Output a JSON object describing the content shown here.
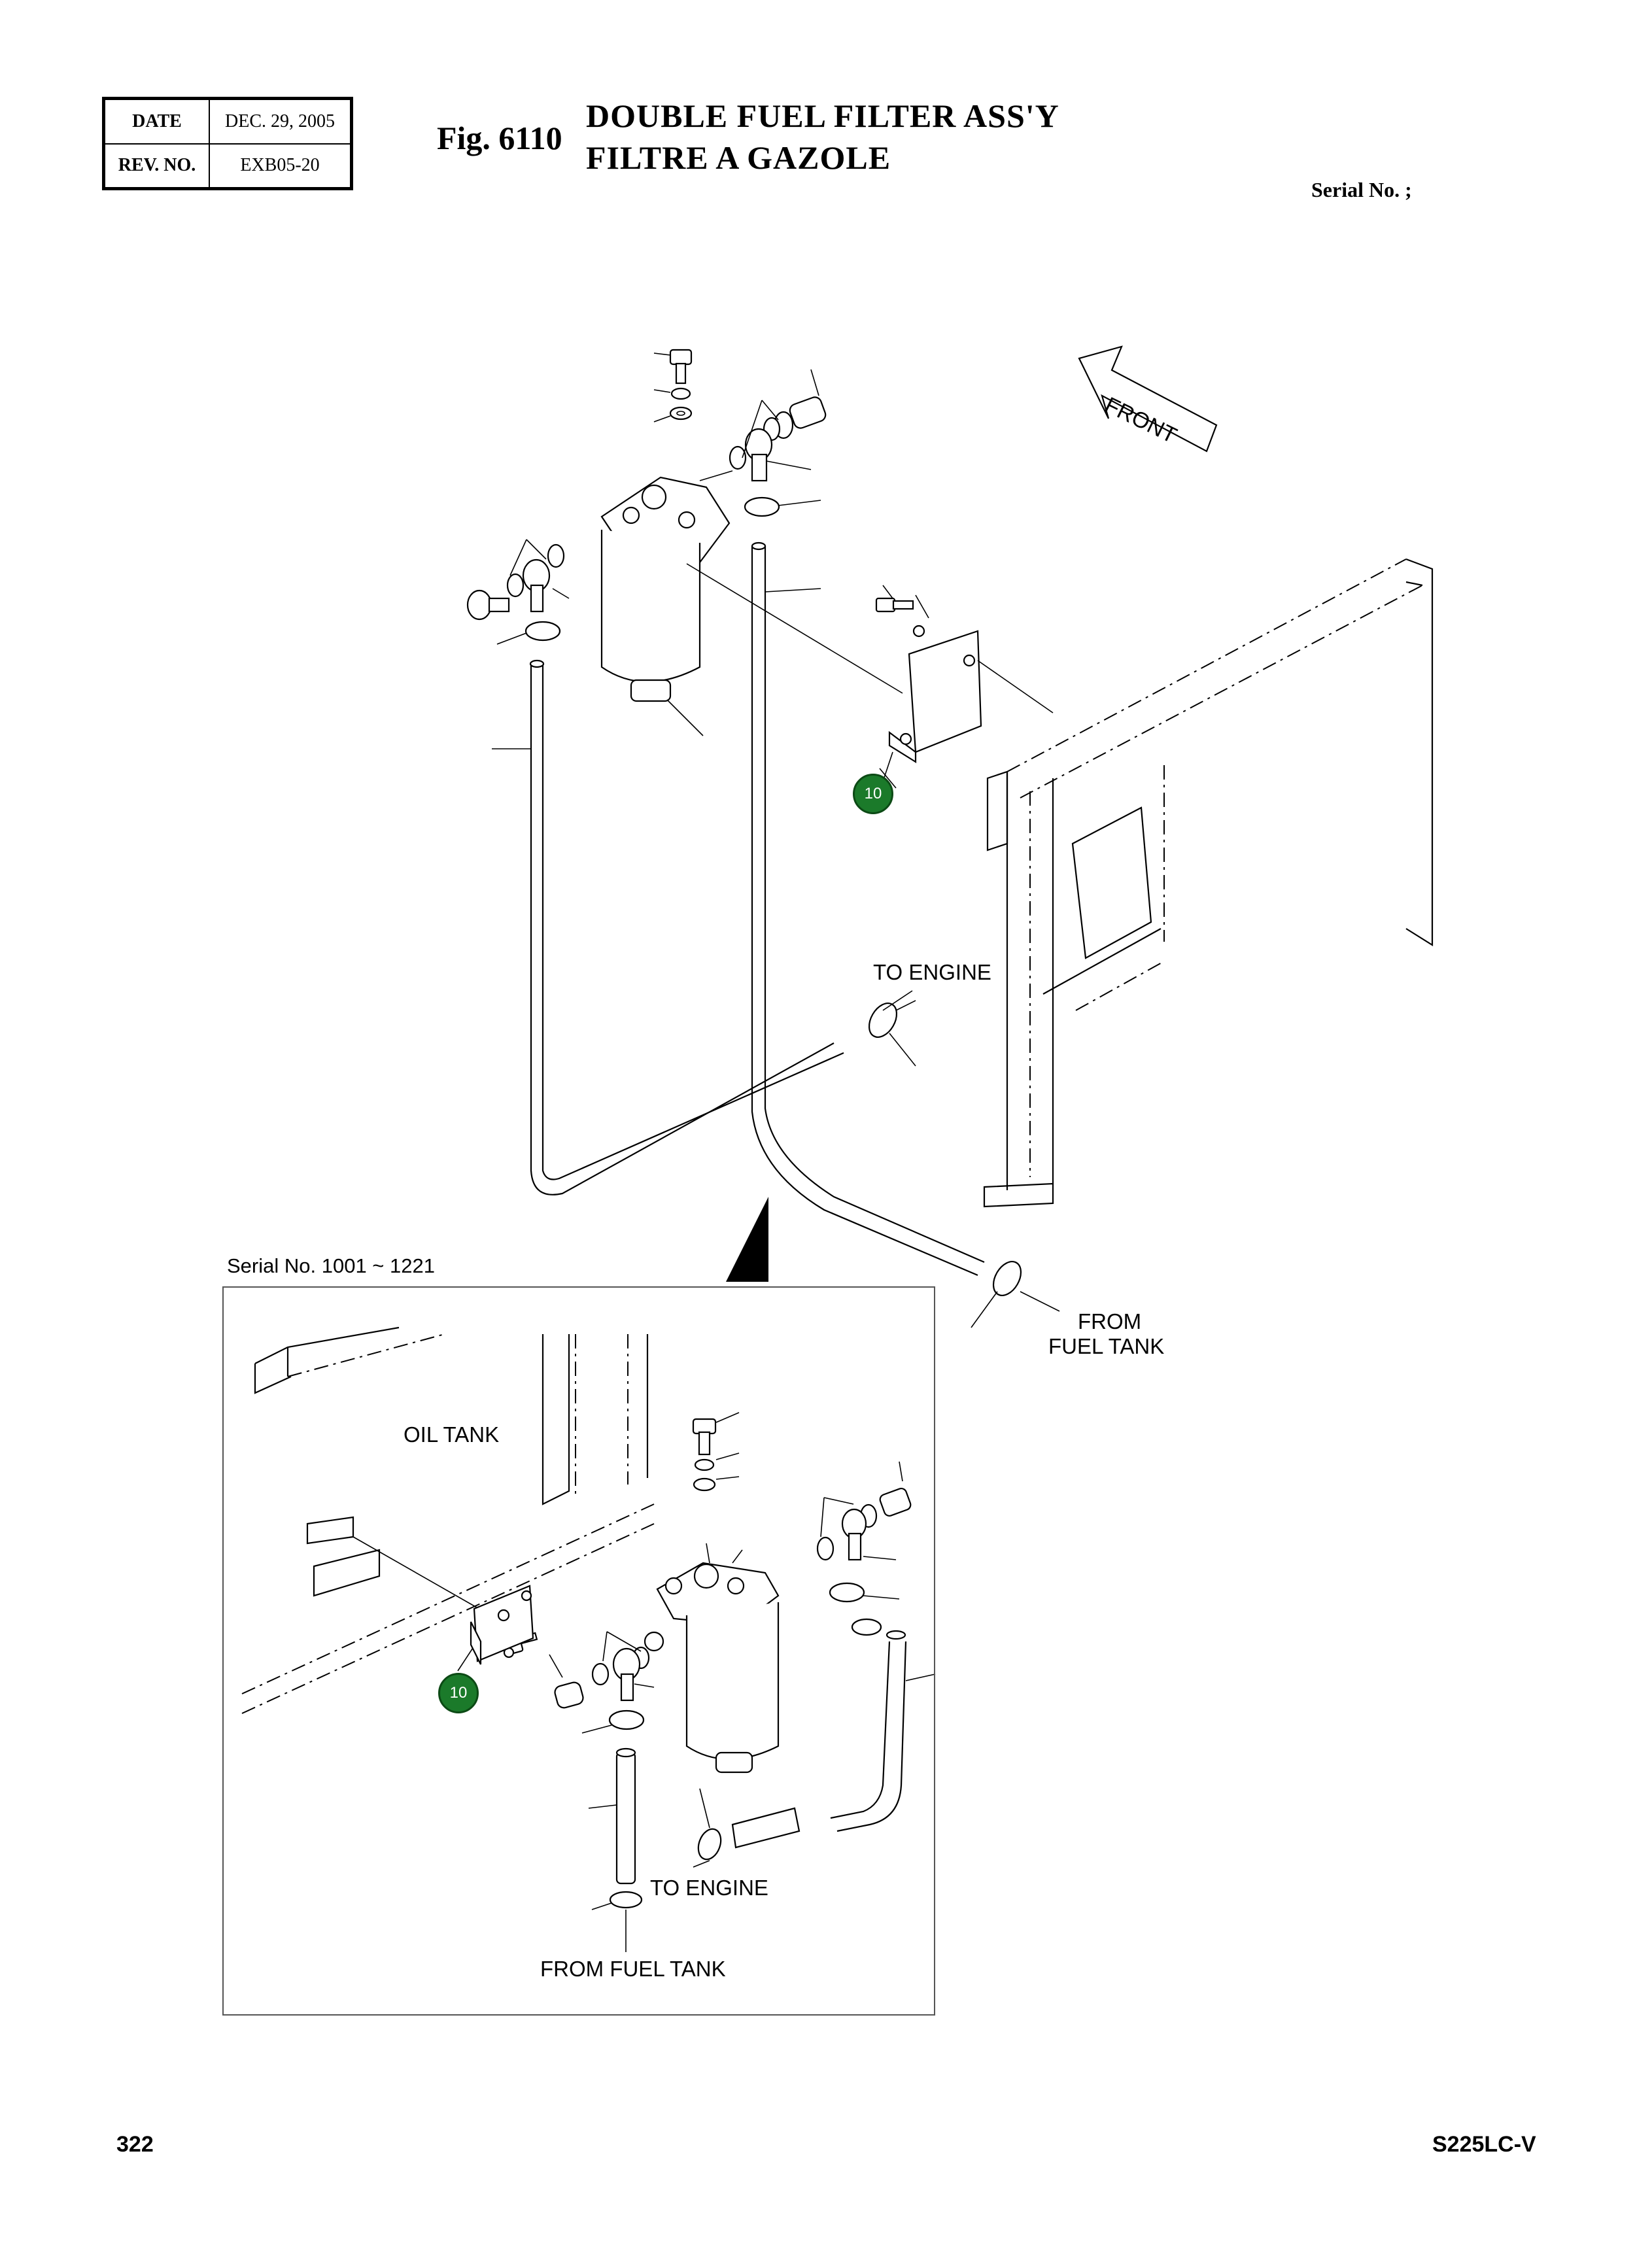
{
  "header": {
    "date_label": "DATE",
    "date_value": "DEC. 29, 2005",
    "rev_label": "REV. NO.",
    "rev_value": "EXB05-20"
  },
  "figure": {
    "number": "Fig. 6110",
    "title_en": "DOUBLE FUEL FILTER ASS'Y",
    "title_fr": "FILTRE A GAZOLE",
    "serial": "Serial No. ;"
  },
  "diagram": {
    "front_label": "FRONT",
    "main_to_engine": "TO ENGINE",
    "main_from_fuel_tank_1": "FROM",
    "main_from_fuel_tank_2": "FUEL TANK",
    "main_callout": "10",
    "inset_serial": "Serial No. 1001 ~ 1221",
    "inset_oil_tank": "OIL TANK",
    "inset_to_engine": "TO ENGINE",
    "inset_from_fuel_tank": "FROM FUEL TANK",
    "inset_callout": "10",
    "callout_color": "#1b7a2a"
  },
  "footer": {
    "page": "322",
    "model": "S225LC-V"
  }
}
